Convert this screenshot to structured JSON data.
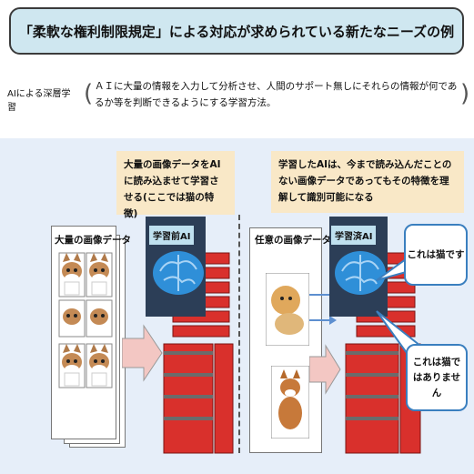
{
  "title": "「柔軟な権利制限規定」による対応が求められている新たなニーズの例",
  "definition": {
    "term": "AIによる深層学習",
    "text": "ＡＩに大量の情報を入力して分析させ、人間のサポート無しにそれらの情報が何であるか等を判断できるようにする学習方法。"
  },
  "left": {
    "callout": "大量の画像データをAIに読み込ませて学習させる(ここでは猫の特徴)",
    "images_label": "大量の画像データ",
    "ai_label": "学習前AI"
  },
  "right": {
    "callout": "学習したAIは、今まで読み込んだことのない画像データであってもその特徴を理解して識別可能になる",
    "images_label": "任意の画像データ",
    "ai_label": "学習済AI",
    "bubble_cat": "これは猫です",
    "bubble_not_cat": "これは猫ではありません"
  },
  "colors": {
    "title_bg": "#cfe7f0",
    "panel_bg": "#e6eef9",
    "callout_bg": "#f9e8c7",
    "server_red": "#d9302c",
    "brain_blue": "#2f8fd8",
    "arrow_pink": "#f3c7c3"
  }
}
